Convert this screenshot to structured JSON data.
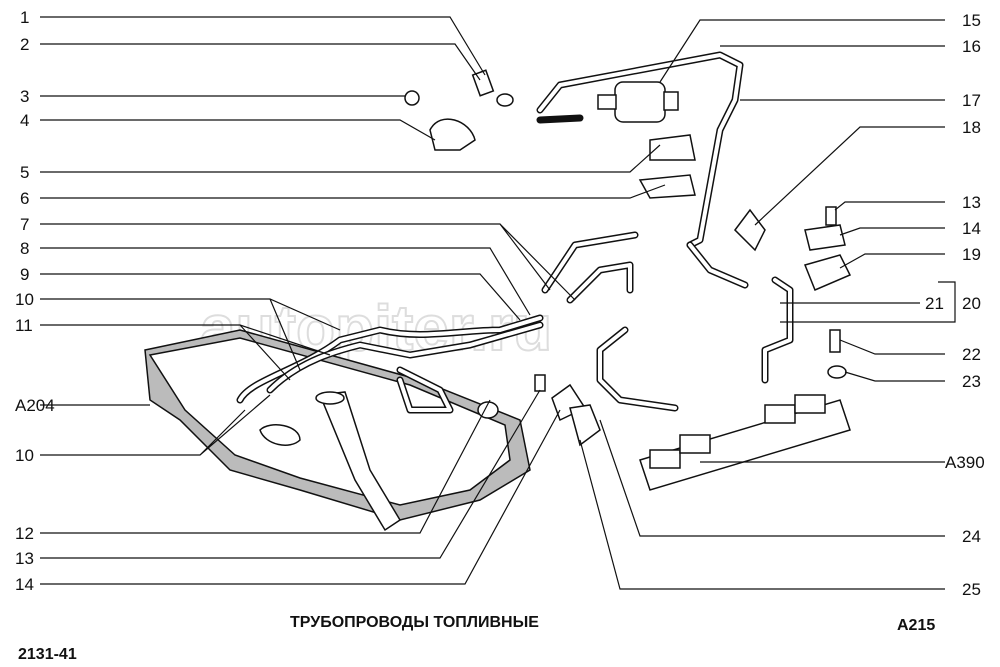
{
  "title": "ТРУБОПРОВОДЫ ТОПЛИВНЫЕ",
  "page_code": "A215",
  "catalog_code": "2131-41",
  "watermark": "autopiter.ru",
  "left_labels": [
    "1",
    "2",
    "3",
    "4",
    "5",
    "6",
    "7",
    "8",
    "9",
    "10",
    "11",
    "A204",
    "10",
    "12",
    "13",
    "14"
  ],
  "right_labels": [
    "15",
    "16",
    "17",
    "18",
    "13",
    "14",
    "19",
    "21",
    "20",
    "22",
    "23",
    "A390",
    "24",
    "25"
  ]
}
